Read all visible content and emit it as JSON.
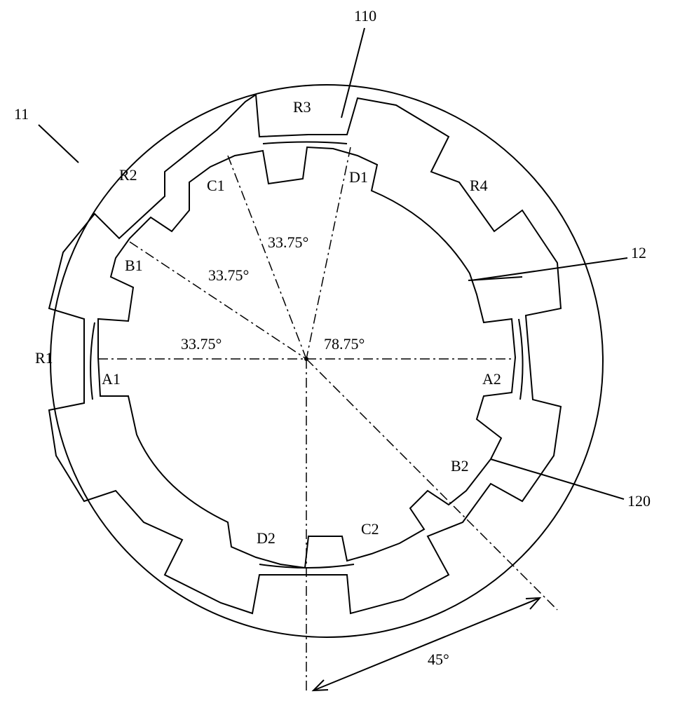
{
  "reference_labels": {
    "outer_ring": "11",
    "stator_slot": "110",
    "rotor_core": "12",
    "rotor_slot": "120"
  },
  "stator_poles": [
    "R1",
    "R2",
    "R3",
    "R4"
  ],
  "rotor_teeth": [
    "A1",
    "A2",
    "B1",
    "B2",
    "C1",
    "C2",
    "D1",
    "D2"
  ],
  "angles": {
    "a1_b1": "33.75°",
    "b1_c1": "33.75°",
    "c1_d1": "33.75°",
    "a2_d1": "78.75°",
    "pole_pitch": "45°"
  }
}
